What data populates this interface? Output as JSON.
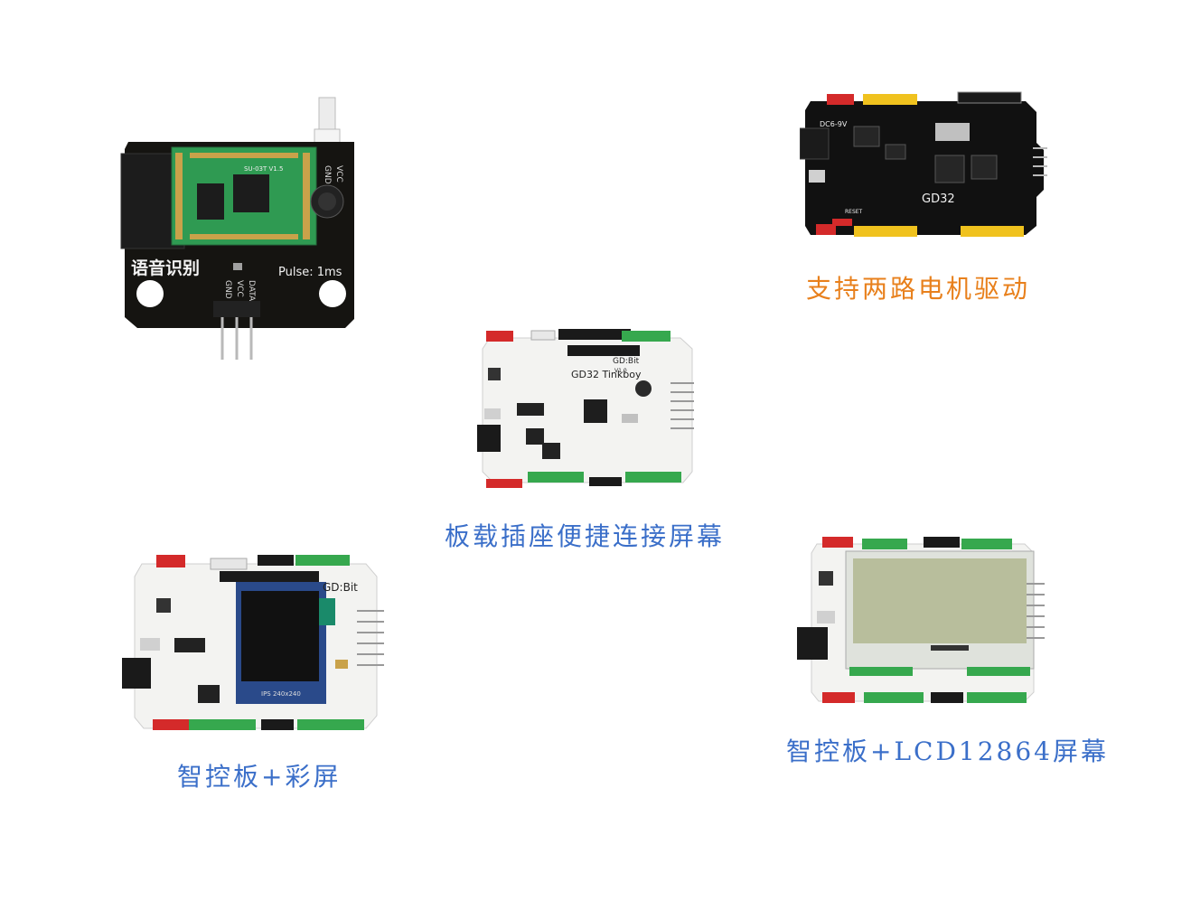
{
  "colors": {
    "caption_blue": "#3b6fc9",
    "caption_orange": "#e8801c",
    "pcb_black": "#111111",
    "pcb_white": "#f3f3f1",
    "pcb_green": "#2f9a52",
    "header_red": "#d42a2a",
    "header_yellow": "#f0c21e",
    "header_green": "#36a84e"
  },
  "voice_module": {
    "label": "语音识别",
    "pulse": "Pulse: 1ms",
    "chip": "SU-03T V1.5",
    "pins": [
      "GND",
      "VCC",
      "DATA"
    ],
    "mic_pins": [
      "GND",
      "VCC"
    ]
  },
  "motor_board": {
    "caption": "支持两路电机驱动",
    "chip": "GD32",
    "power": "DC6-9V",
    "reset": "RESET"
  },
  "socket_board": {
    "caption": "板载插座便捷连接屏幕",
    "brand": "GD32 Tinkboy",
    "model": "GD:Bit",
    "version": "V1.0"
  },
  "color_screen_board": {
    "caption": "智控板+彩屏",
    "model": "GD:Bit",
    "screen": "IPS 240x240"
  },
  "lcd_board": {
    "caption": "智控板+LCD12864屏幕"
  }
}
